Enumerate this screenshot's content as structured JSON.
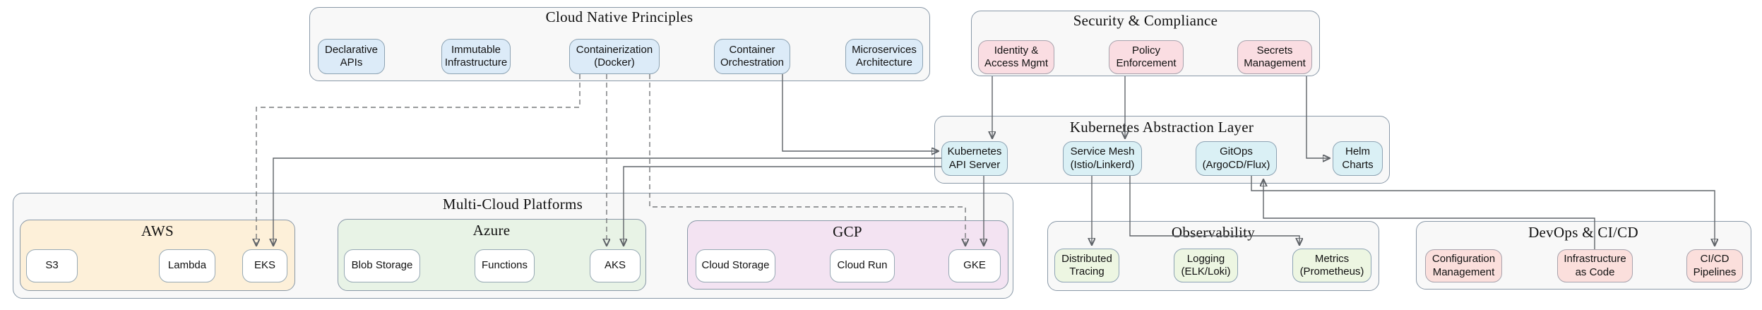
{
  "colors": {
    "background": "#ffffff",
    "cluster_fill": "#f8f8f8",
    "cluster_border": "#8a99a8",
    "cloud_native_node_fill": "#dcebf8",
    "security_node_fill": "#fadde2",
    "kubernetes_node_fill": "#daf0f5",
    "aws_group_fill": "#fdf0d9",
    "azure_group_fill": "#e8f3e6",
    "gcp_group_fill": "#f3e3f2",
    "platform_node_fill": "#ffffff",
    "observability_node_fill": "#edf6e2",
    "devops_node_fill": "#fbdfdc",
    "edge_color": "#5f6368"
  },
  "clusters": {
    "cloud_native": {
      "title": "Cloud Native Principles"
    },
    "security": {
      "title": "Security & Compliance"
    },
    "kubernetes_layer": {
      "title": "Kubernetes Abstraction Layer"
    },
    "multi_cloud": {
      "title": "Multi-Cloud Platforms"
    },
    "aws": {
      "title": "AWS"
    },
    "azure": {
      "title": "Azure"
    },
    "gcp": {
      "title": "GCP"
    },
    "observability": {
      "title": "Observability"
    },
    "devops": {
      "title": "DevOps & CI/CD"
    }
  },
  "nodes": {
    "declarative_apis": "Declarative\nAPIs",
    "immutable_infrastructure": "Immutable\nInfrastructure",
    "containerization": "Containerization\n(Docker)",
    "container_orchestration": "Container\nOrchestration",
    "microservices_architecture": "Microservices\nArchitecture",
    "identity_access_mgmt": "Identity &\nAccess Mgmt",
    "policy_enforcement": "Policy\nEnforcement",
    "secrets_management": "Secrets\nManagement",
    "kubernetes_api_server": "Kubernetes\nAPI Server",
    "service_mesh": "Service Mesh\n(Istio/Linkerd)",
    "gitops": "GitOps\n(ArgoCD/Flux)",
    "helm_charts": "Helm\nCharts",
    "s3": "S3",
    "lambda": "Lambda",
    "eks": "EKS",
    "blob_storage": "Blob Storage",
    "functions": "Functions",
    "aks": "AKS",
    "cloud_storage": "Cloud Storage",
    "cloud_run": "Cloud Run",
    "gke": "GKE",
    "distributed_tracing": "Distributed\nTracing",
    "logging": "Logging\n(ELK/Loki)",
    "metrics_prometheus": "Metrics\n(Prometheus)",
    "configuration_management": "Configuration\nManagement",
    "infrastructure_as_code": "Infrastructure\nas Code",
    "cicd_pipelines": "CI/CD\nPipelines"
  },
  "edges": [
    {
      "from": "containerization",
      "to": "eks",
      "style": "dashed"
    },
    {
      "from": "containerization",
      "to": "aks",
      "style": "dashed"
    },
    {
      "from": "containerization",
      "to": "gke",
      "style": "dashed"
    },
    {
      "from": "container_orchestration",
      "to": "kubernetes_api_server",
      "style": "solid"
    },
    {
      "from": "identity_access_mgmt",
      "to": "kubernetes_api_server",
      "style": "solid"
    },
    {
      "from": "policy_enforcement",
      "to": "service_mesh",
      "style": "solid"
    },
    {
      "from": "secrets_management",
      "to": "helm_charts",
      "style": "solid"
    },
    {
      "from": "kubernetes_api_server",
      "to": "eks",
      "style": "solid"
    },
    {
      "from": "kubernetes_api_server",
      "to": "aks",
      "style": "solid"
    },
    {
      "from": "kubernetes_api_server",
      "to": "gke",
      "style": "solid"
    },
    {
      "from": "service_mesh",
      "to": "distributed_tracing",
      "style": "solid"
    },
    {
      "from": "service_mesh",
      "to": "metrics_prometheus",
      "style": "solid"
    },
    {
      "from": "gitops",
      "to": "cicd_pipelines",
      "style": "solid"
    },
    {
      "from": "infrastructure_as_code",
      "to": "gitops",
      "style": "solid"
    }
  ]
}
